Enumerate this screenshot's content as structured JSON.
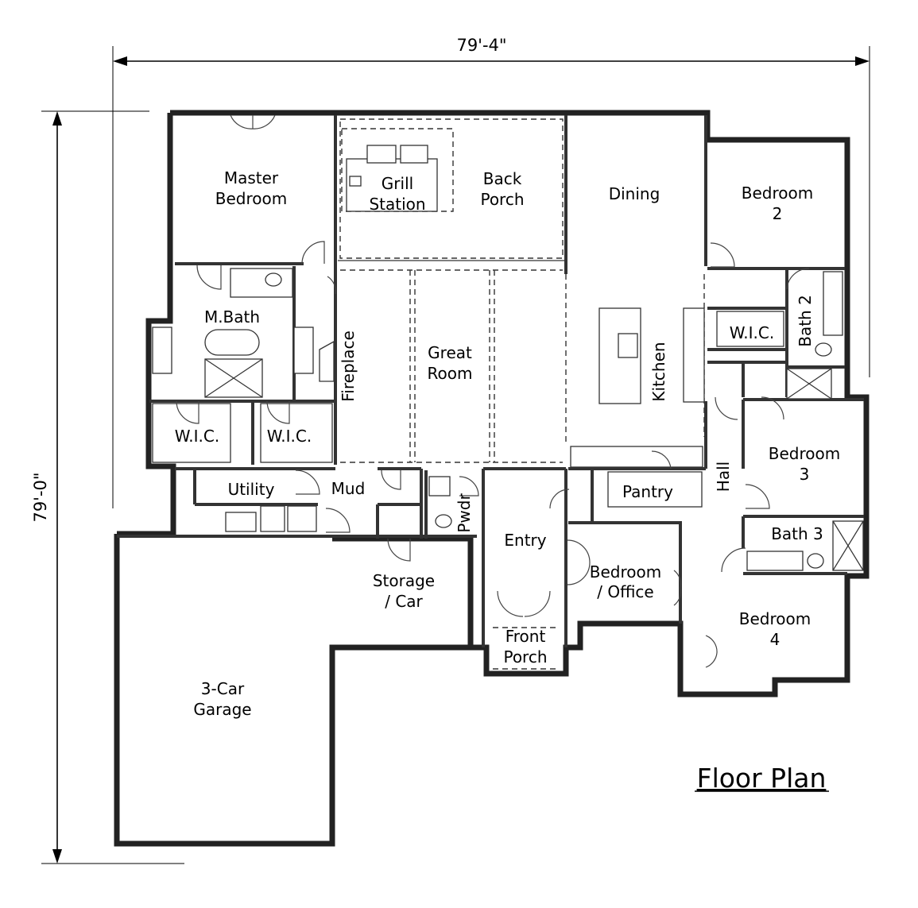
{
  "dimensions": {
    "width": "79'-4\"",
    "depth": "79'-0\""
  },
  "title": "Floor Plan",
  "rooms": {
    "master_bedroom": [
      "Master",
      "Bedroom"
    ],
    "grill_station": [
      "Grill",
      "Station"
    ],
    "back_porch": [
      "Back",
      "Porch"
    ],
    "dining": [
      "Dining"
    ],
    "bedroom_2": [
      "Bedroom",
      "2"
    ],
    "m_bath": [
      "M.Bath"
    ],
    "fireplace": [
      "Fireplace"
    ],
    "great_room": [
      "Great",
      "Room"
    ],
    "kitchen": [
      "Kitchen"
    ],
    "wic_bed2": [
      "W.I.C."
    ],
    "bath_2": [
      "Bath 2"
    ],
    "wic_left": [
      "W.I.C."
    ],
    "wic_right": [
      "W.I.C."
    ],
    "bedroom_3": [
      "Bedroom",
      "3"
    ],
    "utility": [
      "Utility"
    ],
    "mud": [
      "Mud"
    ],
    "pwdr": [
      "Pwdr"
    ],
    "pantry": [
      "Pantry"
    ],
    "hall": [
      "Hall"
    ],
    "entry": [
      "Entry"
    ],
    "bath_3": [
      "Bath 3"
    ],
    "storage_car": [
      "Storage",
      "/ Car"
    ],
    "bedroom_office": [
      "Bedroom",
      "/ Office"
    ],
    "bedroom_4": [
      "Bedroom",
      "4"
    ],
    "front_porch": [
      "Front",
      "Porch"
    ],
    "garage": [
      "3-Car",
      "Garage"
    ]
  }
}
